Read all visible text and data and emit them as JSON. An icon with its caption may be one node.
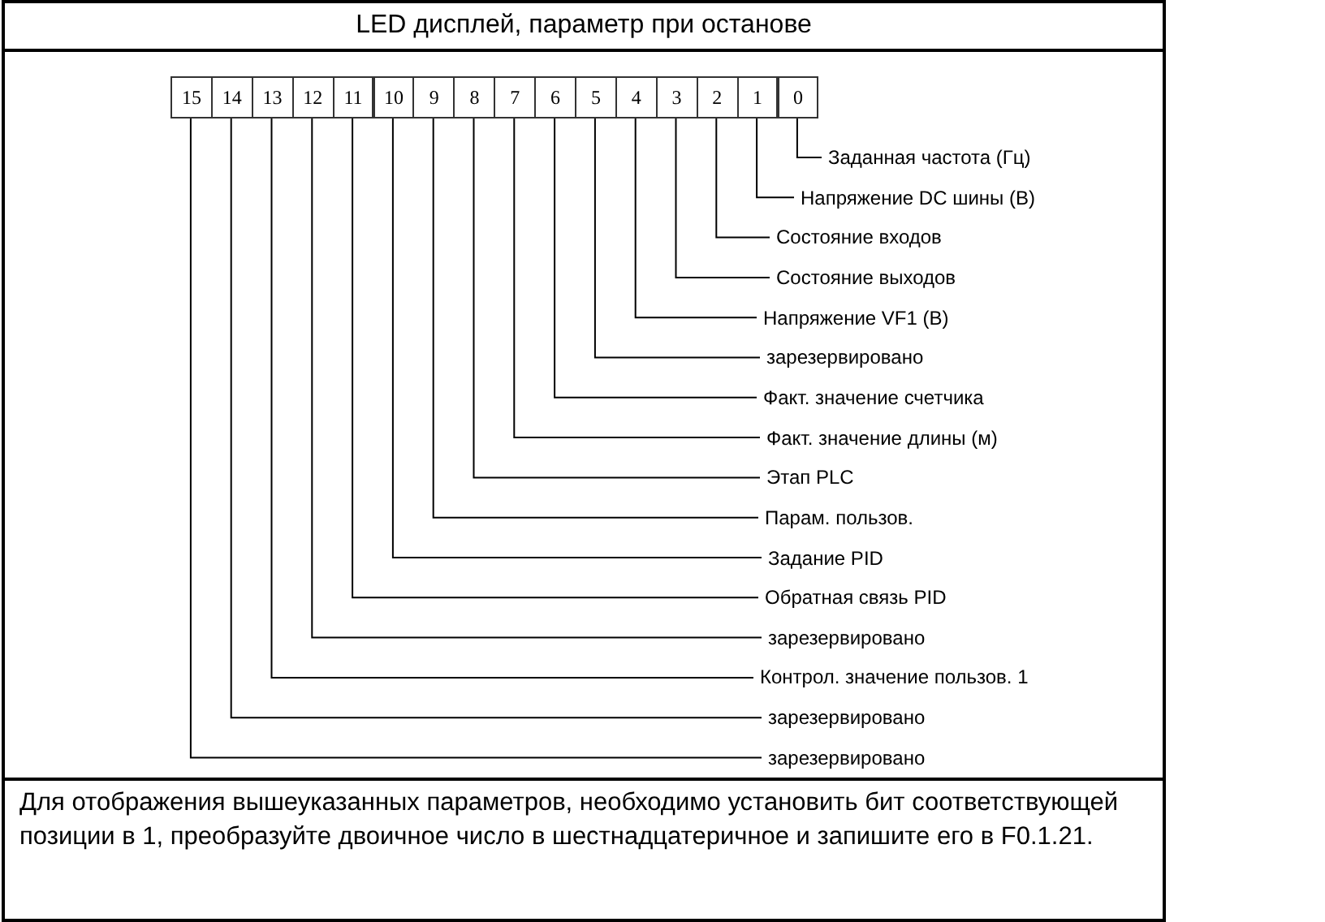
{
  "diagram": {
    "title": "LED дисплей, параметр при останове",
    "caption": "Для отображения вышеуказанных параметров, необходимо установить бит соответствующей позиции в 1, преобразуйте двоичное число в шестнадцатеричное и запишите его в F0.1.21.",
    "nodes": [
      {
        "text": [
          "15"
        ]
      },
      {
        "text": [
          "14"
        ]
      },
      {
        "text": [
          "13"
        ]
      },
      {
        "text": [
          "12"
        ]
      },
      {
        "text": [
          "11"
        ]
      },
      {
        "text": [
          "10"
        ]
      },
      {
        "text": [
          "9"
        ]
      },
      {
        "text": [
          "8"
        ]
      },
      {
        "text": [
          "7"
        ]
      },
      {
        "text": [
          "6"
        ]
      },
      {
        "text": [
          "5"
        ]
      },
      {
        "text": [
          "4"
        ]
      },
      {
        "text": [
          "3"
        ]
      },
      {
        "text": [
          "2"
        ]
      },
      {
        "text": [
          "1"
        ]
      },
      {
        "text": [
          "0"
        ]
      },
      {
        "text": [
          "Заданная частота (Гц)"
        ]
      },
      {
        "text": [
          "Напряжение DC шины (В)"
        ]
      },
      {
        "text": [
          "Состояние входов"
        ]
      },
      {
        "text": [
          "Состояние выходов"
        ]
      },
      {
        "text": [
          "Напряжение VF1 (В)"
        ]
      },
      {
        "text": [
          "зарезервировано"
        ]
      },
      {
        "text": [
          "Факт. значение счетчика"
        ]
      },
      {
        "text": [
          "Факт. значение длины (м)"
        ]
      },
      {
        "text": [
          "Этап PLC"
        ]
      },
      {
        "text": [
          "Парам. пользов."
        ]
      },
      {
        "text": [
          "Задание PID"
        ]
      },
      {
        "text": [
          "Обратная связь PID"
        ]
      },
      {
        "text": [
          "зарезервировано"
        ]
      },
      {
        "text": [
          "Контрол. значение пользов. 1"
        ]
      },
      {
        "text": [
          "зарезервировано"
        ]
      },
      {
        "text": [
          "зарезервировано"
        ]
      }
    ],
    "edges": [
      {
        "from": 16,
        "to": 15,
        "arrow": "none"
      },
      {
        "from": 17,
        "to": 14,
        "arrow": "none"
      },
      {
        "from": 18,
        "to": 13,
        "arrow": "none"
      },
      {
        "from": 19,
        "to": 12,
        "arrow": "none"
      },
      {
        "from": 20,
        "to": 11,
        "arrow": "none"
      },
      {
        "from": 21,
        "to": 10,
        "arrow": "none"
      },
      {
        "from": 22,
        "to": 9,
        "arrow": "none"
      },
      {
        "from": 23,
        "to": 8,
        "arrow": "none"
      },
      {
        "from": 24,
        "to": 7,
        "arrow": "none"
      },
      {
        "from": 25,
        "to": 6,
        "arrow": "none"
      },
      {
        "from": 26,
        "to": 5,
        "arrow": "none"
      },
      {
        "from": 27,
        "to": 4,
        "arrow": "none"
      },
      {
        "from": 28,
        "to": 3,
        "arrow": "none"
      },
      {
        "from": 29,
        "to": 2,
        "arrow": "none"
      },
      {
        "from": 30,
        "to": 1,
        "arrow": "none"
      },
      {
        "from": 31,
        "to": 0,
        "arrow": "none"
      }
    ]
  }
}
